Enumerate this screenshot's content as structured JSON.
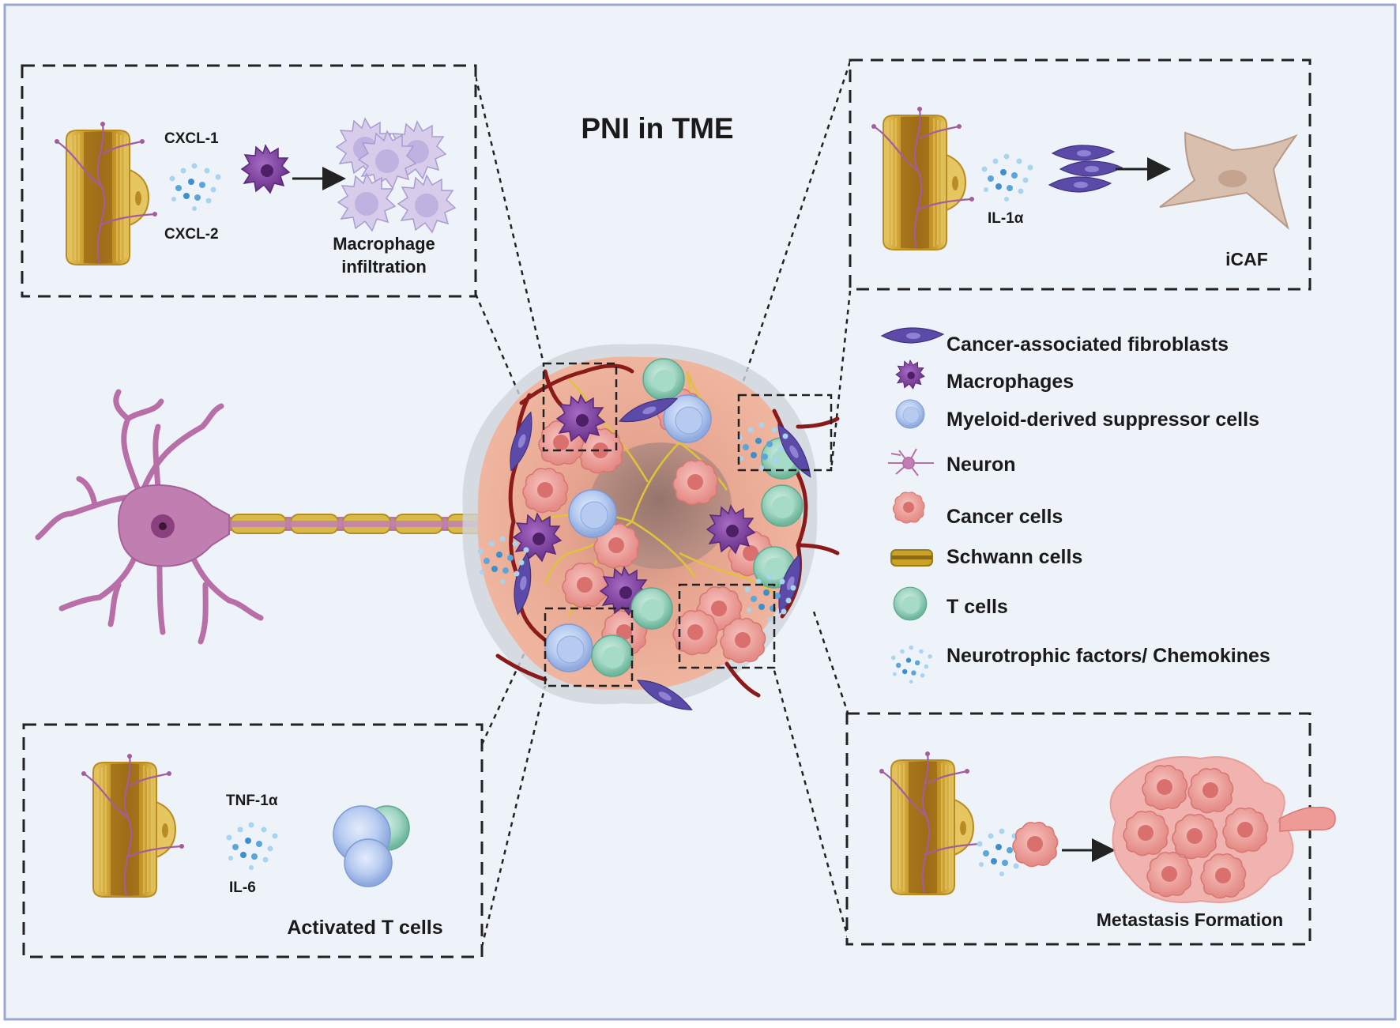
{
  "title": "PNI in TME",
  "panels": {
    "top_left": {
      "label_1": "CXCL-1",
      "label_2": "CXCL-2",
      "caption_line1": "Macrophage",
      "caption_line2": "infiltration"
    },
    "top_right": {
      "label_1": "IL-1α",
      "caption": "iCAF"
    },
    "bottom_left": {
      "label_1": "TNF-1α",
      "label_2": "IL-6",
      "caption": "Activated T cells"
    },
    "bottom_right": {
      "caption": "Metastasis Formation"
    }
  },
  "legend": [
    {
      "icon": "fibroblast-icon",
      "label": "Cancer-associated fibroblasts",
      "color": "#5b4aa8"
    },
    {
      "icon": "macrophage-icon",
      "label": "Macrophages",
      "color": "#7a3f9c"
    },
    {
      "icon": "mdsc-icon",
      "label": "Myeloid-derived suppressor cells",
      "color": "#a9c2ee"
    },
    {
      "icon": "neuron-icon",
      "label": "Neuron",
      "color": "#b86fa8"
    },
    {
      "icon": "cancer-cell-icon",
      "label": "Cancer cells",
      "color": "#ee9a97"
    },
    {
      "icon": "schwann-cell-icon",
      "label": "Schwann cells",
      "color": "#b89a2c"
    },
    {
      "icon": "t-cell-icon",
      "label": "T cells",
      "color": "#8fcdb7"
    },
    {
      "icon": "dots-icon",
      "label": "Neurotrophic factors/ Chemokines",
      "color": "#5aa6d8"
    }
  ],
  "colors": {
    "background": "#eef3f9",
    "frame": "#9aa7cf",
    "nerve": "#c9a227",
    "neuron": "#b86fa8",
    "tumor": "#e9a08f",
    "vessel": "#8b1a1a"
  }
}
